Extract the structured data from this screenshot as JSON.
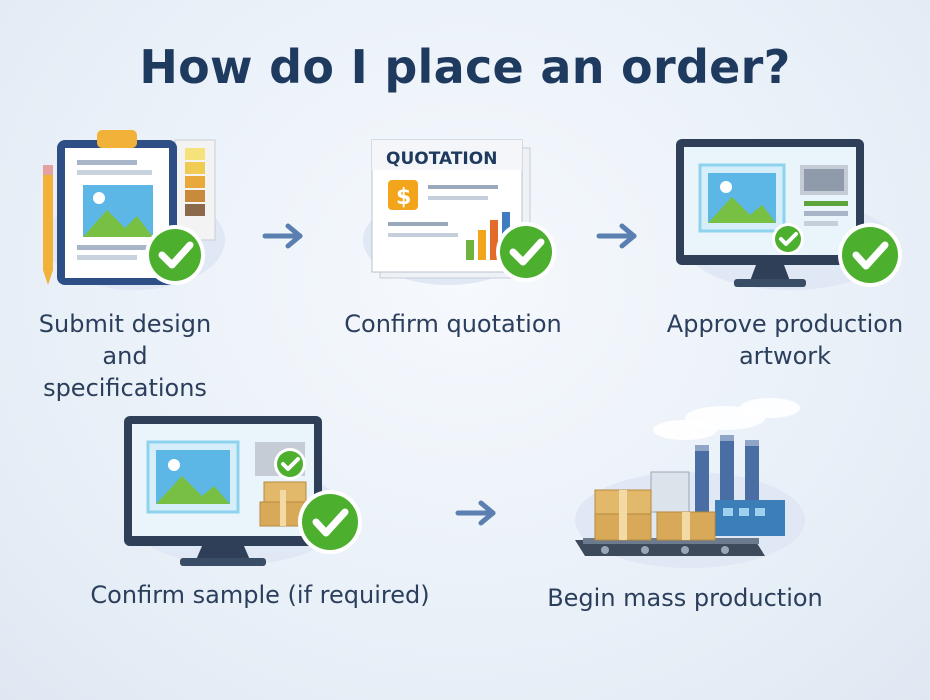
{
  "title": "How do I place an order?",
  "steps": [
    {
      "label": "Submit design and specifications",
      "icon": "clipboard-design-icon"
    },
    {
      "label": "Confirm quotation",
      "icon": "quotation-document-icon"
    },
    {
      "label": "Approve production artwork",
      "icon": "monitor-artwork-icon"
    },
    {
      "label": "Confirm sample (if required)",
      "icon": "monitor-sample-icon"
    },
    {
      "label": "Begin mass production",
      "icon": "factory-production-icon"
    }
  ],
  "quotation_heading": "QUOTATION",
  "colors": {
    "title": "#1f3a5f",
    "label": "#2b3f5c",
    "arrow": "#5b7fb0",
    "check_green": "#4caf2e",
    "accent_orange": "#f2a51a"
  }
}
